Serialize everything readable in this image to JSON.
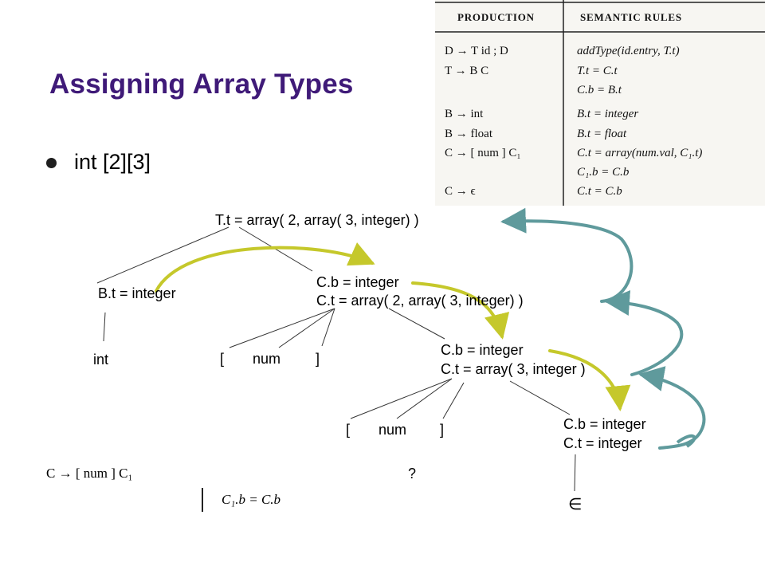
{
  "title": "Assigning Array Types",
  "bullet": "int [2][3]",
  "table": {
    "headers": [
      "PRODUCTION",
      "SEMANTIC RULES"
    ],
    "rows": [
      {
        "production": "D  →  T id ; D",
        "rule": "addType(id.entry, T.t)"
      },
      {
        "production": "T  →  B C",
        "rule": "T.t = C.t"
      },
      {
        "production": "",
        "rule": "C.b = B.t"
      },
      {
        "production": "B  →  int",
        "rule": "B.t = integer"
      },
      {
        "production": "B  →  float",
        "rule": "B.t = float"
      },
      {
        "production": "C  →  [ num ] C₁",
        "rule": "C.t = array(num.val, C₁.t)"
      },
      {
        "production": "",
        "rule": "C₁.b = C.b"
      },
      {
        "production": "C  →  ϵ",
        "rule": "C.t = C.b"
      }
    ]
  },
  "tree": {
    "root": "T.t = array( 2, array( 3, integer)  )",
    "b_node": "B.t = integer",
    "int_leaf": "int",
    "c1_b": "C.b = integer",
    "c1_t": "C.t = array( 2, array( 3, integer)  )",
    "bracket_open": "[",
    "num": "num",
    "bracket_close": "]",
    "c2_b": "C.b = integer",
    "c2_t": "C.t = array( 3, integer  )",
    "c3_b": "C.b = integer",
    "c3_t": "C.t = integer",
    "epsilon": "∈",
    "question": "?"
  },
  "formula": {
    "production": "C  →  [ num ] C₁",
    "rule": "C₁.b = C.b"
  },
  "colors": {
    "title": "#3f1a78",
    "inherited_arrow": "#c5c82b",
    "synthesized_arrow": "#5f9a9c"
  }
}
